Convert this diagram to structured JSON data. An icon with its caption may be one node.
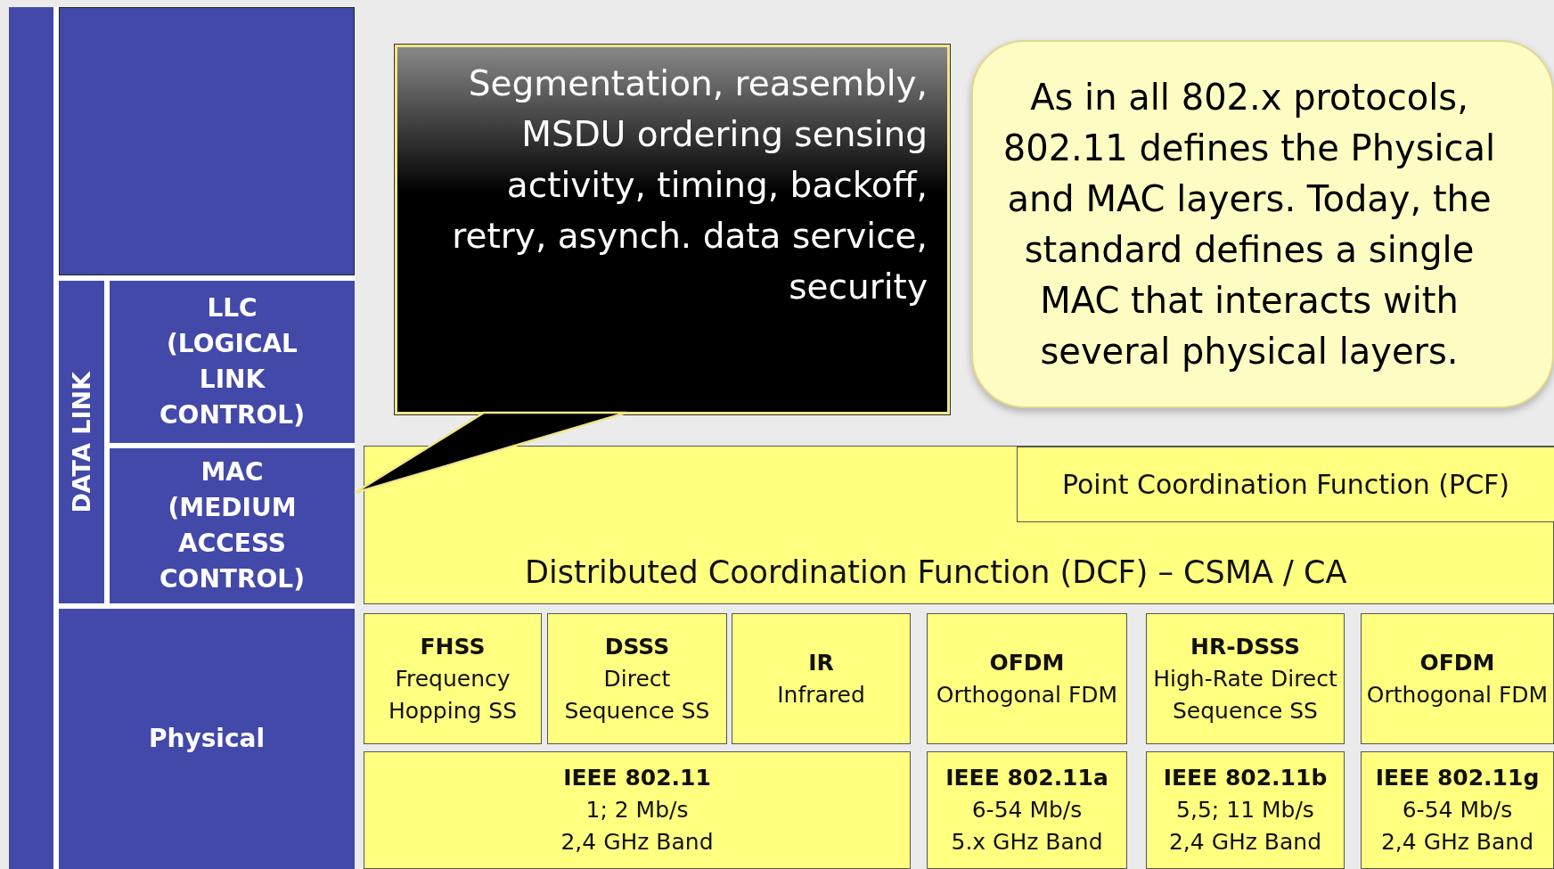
{
  "diagram": {
    "nodes": [
      {
        "text": [],
        "shape": "bar"
      },
      {
        "text": [],
        "shape": "box"
      },
      {
        "text": [
          "DATA LINK"
        ]
      },
      {
        "text": [
          "LLC (LOGICAL LINK CONTROL)"
        ]
      },
      {
        "text": [
          "MAC (MEDIUM ACCESS CONTROL)"
        ]
      },
      {
        "text": [
          "Physical"
        ]
      },
      {
        "text": [
          "Segmentation, reasembly, MSDU ordering sensing activity, timing, backoff, retry, asynch. data service, security"
        ]
      },
      {
        "text": [
          "As in all 802.x protocols, 802.11 defines the Physical and MAC layers. Today, the standard defines a single MAC that interacts with several physical layers."
        ]
      },
      {
        "text": [
          "Distributed Coordination Function (DCF) – CSMA / CA"
        ]
      },
      {
        "text": [
          "Point Coordination Function (PCF)"
        ],
        "in": 8
      },
      {
        "text": [
          "FHSS",
          "Frequency Hopping SS"
        ]
      },
      {
        "text": [
          "DSSS",
          "Direct Sequence SS"
        ]
      },
      {
        "text": [
          "IR",
          "Infrared"
        ]
      },
      {
        "text": [
          "OFDM",
          "Orthogonal FDM"
        ]
      },
      {
        "text": [
          "HR-DSSS",
          "High-Rate Direct Sequence SS"
        ]
      },
      {
        "text": [
          "OFDM",
          "Orthogonal FDM"
        ]
      },
      {
        "text": [
          "IEEE 802.11",
          "1; 2 Mb/s",
          "2,4 GHz Band"
        ]
      },
      {
        "text": [
          "IEEE 802.11a",
          "6-54 Mb/s",
          "5.x GHz Band"
        ]
      },
      {
        "text": [
          "IEEE 802.11b",
          "5,5; 11 Mb/s",
          "2,4 GHz Band"
        ]
      },
      {
        "text": [
          "IEEE 802.11g",
          "6-54 Mb/s",
          "2,4 GHz Band"
        ]
      }
    ],
    "edges": [
      {
        "from": 6,
        "to": 4,
        "arrow": "none"
      }
    ]
  }
}
